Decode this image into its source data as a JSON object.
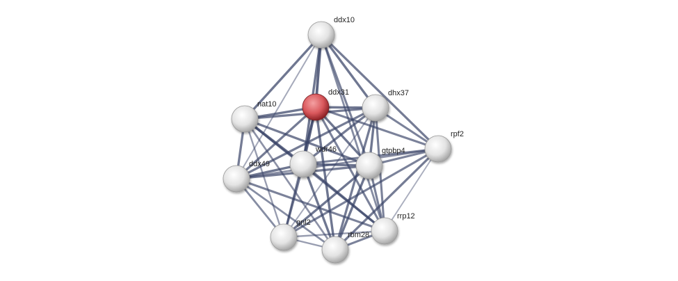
{
  "network": {
    "query_color": "#d9585c",
    "node_color": "#e6e6e6",
    "edge_color": "#3a4468",
    "nodes": [
      {
        "id": "ddx10",
        "label": "ddx10"
      },
      {
        "id": "ddx31",
        "label": "ddx31",
        "query": true
      },
      {
        "id": "dhx37",
        "label": "dhx37"
      },
      {
        "id": "nat10",
        "label": "nat10"
      },
      {
        "id": "rpf2",
        "label": "rpf2"
      },
      {
        "id": "wdr46",
        "label": "wdr46"
      },
      {
        "id": "gtpbp4",
        "label": "gtpbp4"
      },
      {
        "id": "ddx49",
        "label": "ddx49"
      },
      {
        "id": "gnl2",
        "label": "gnl2"
      },
      {
        "id": "rbm28",
        "label": "rbm28"
      },
      {
        "id": "rrp12",
        "label": "rrp12"
      }
    ],
    "edges": [
      [
        "ddx10",
        "ddx31",
        0.95
      ],
      [
        "ddx10",
        "dhx37",
        0.8
      ],
      [
        "ddx10",
        "nat10",
        0.8
      ],
      [
        "ddx10",
        "rpf2",
        0.75
      ],
      [
        "ddx10",
        "wdr46",
        0.8
      ],
      [
        "ddx10",
        "gtpbp4",
        0.7
      ],
      [
        "ddx10",
        "ddx49",
        0.35
      ],
      [
        "ddx10",
        "rrp12",
        0.6
      ],
      [
        "ddx31",
        "dhx37",
        0.8
      ],
      [
        "ddx31",
        "nat10",
        0.8
      ],
      [
        "ddx31",
        "rpf2",
        0.7
      ],
      [
        "ddx31",
        "wdr46",
        0.95
      ],
      [
        "ddx31",
        "gtpbp4",
        0.8
      ],
      [
        "ddx31",
        "ddx49",
        0.75
      ],
      [
        "ddx31",
        "gnl2",
        0.6
      ],
      [
        "ddx31",
        "rbm28",
        0.8
      ],
      [
        "ddx31",
        "rrp12",
        0.7
      ],
      [
        "dhx37",
        "nat10",
        0.75
      ],
      [
        "dhx37",
        "rpf2",
        0.7
      ],
      [
        "dhx37",
        "wdr46",
        0.75
      ],
      [
        "dhx37",
        "gtpbp4",
        0.8
      ],
      [
        "dhx37",
        "ddx49",
        0.75
      ],
      [
        "dhx37",
        "gnl2",
        0.35
      ],
      [
        "dhx37",
        "rbm28",
        0.75
      ],
      [
        "dhx37",
        "rrp12",
        0.7
      ],
      [
        "nat10",
        "wdr46",
        0.9
      ],
      [
        "nat10",
        "gtpbp4",
        0.75
      ],
      [
        "nat10",
        "ddx49",
        0.75
      ],
      [
        "nat10",
        "gnl2",
        0.45
      ],
      [
        "nat10",
        "rbm28",
        0.55
      ],
      [
        "nat10",
        "rrp12",
        0.7
      ],
      [
        "rpf2",
        "wdr46",
        0.7
      ],
      [
        "rpf2",
        "gtpbp4",
        0.7
      ],
      [
        "rpf2",
        "ddx49",
        0.55
      ],
      [
        "rpf2",
        "gnl2",
        0.7
      ],
      [
        "rpf2",
        "rbm28",
        0.75
      ],
      [
        "rpf2",
        "rrp12",
        0.3
      ],
      [
        "wdr46",
        "gtpbp4",
        0.8
      ],
      [
        "wdr46",
        "ddx49",
        0.8
      ],
      [
        "wdr46",
        "gnl2",
        0.75
      ],
      [
        "wdr46",
        "rbm28",
        0.8
      ],
      [
        "wdr46",
        "rrp12",
        0.75
      ],
      [
        "gtpbp4",
        "ddx49",
        0.75
      ],
      [
        "gtpbp4",
        "gnl2",
        0.8
      ],
      [
        "gtpbp4",
        "rbm28",
        0.8
      ],
      [
        "gtpbp4",
        "rrp12",
        0.7
      ],
      [
        "ddx49",
        "gnl2",
        0.6
      ],
      [
        "ddx49",
        "rbm28",
        0.6
      ],
      [
        "ddx49",
        "rrp12",
        0.7
      ],
      [
        "gnl2",
        "rbm28",
        0.45
      ],
      [
        "gnl2",
        "rrp12",
        0.45
      ],
      [
        "rbm28",
        "rrp12",
        0.7
      ]
    ]
  }
}
